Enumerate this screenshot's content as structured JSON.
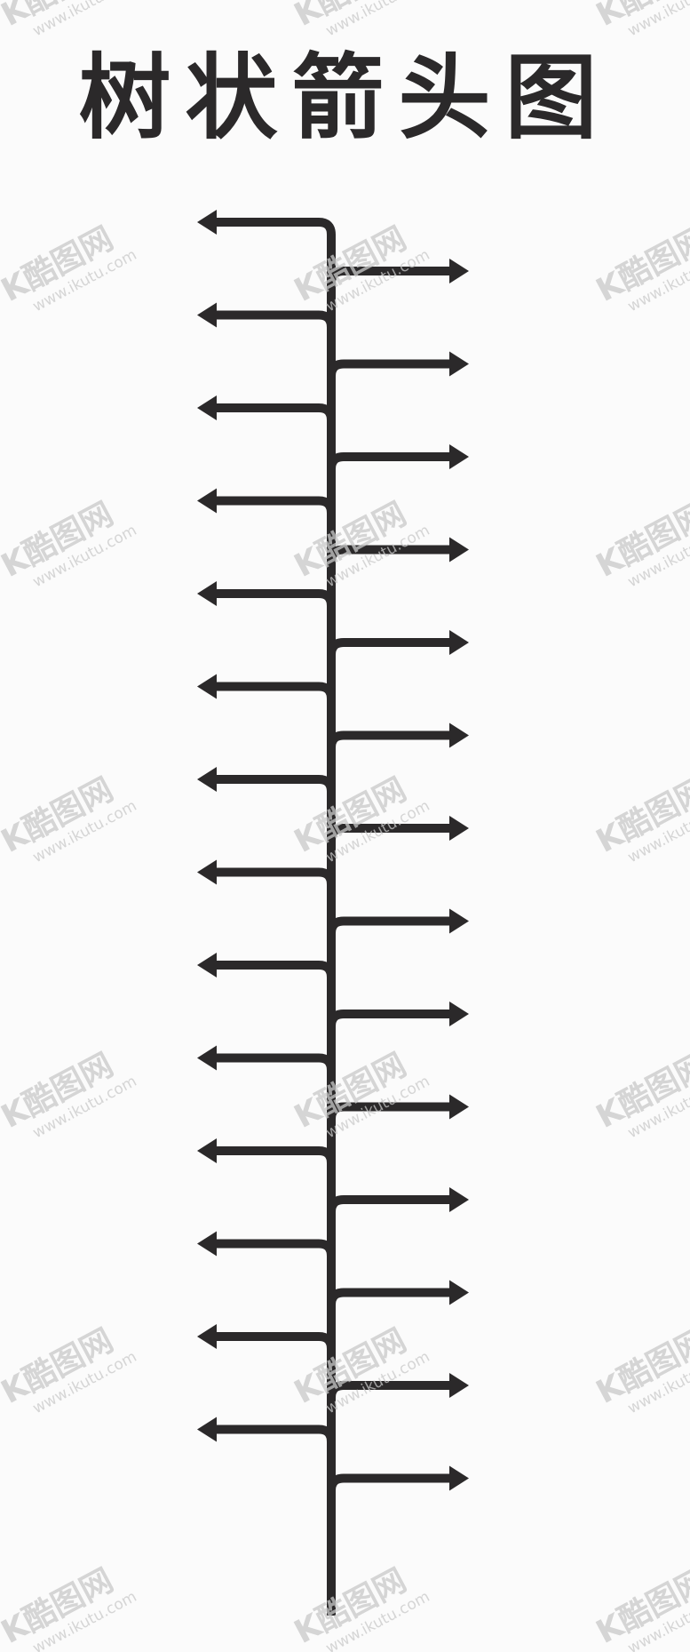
{
  "title": "树状箭头图",
  "tree": {
    "left_branch_count": 14,
    "right_branch_count": 14,
    "arrow_color": "#2b292a"
  },
  "watermark": {
    "brand": "酷图网",
    "url": "www.ikutu.com",
    "color": "#c9c9c9"
  }
}
